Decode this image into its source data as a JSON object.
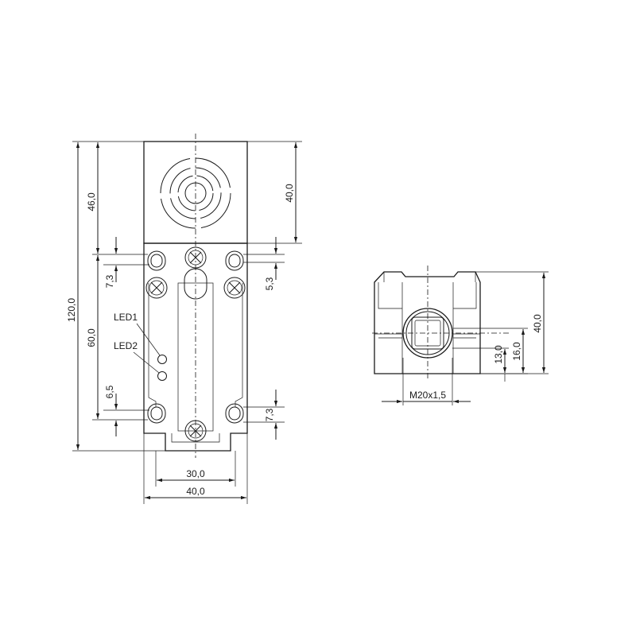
{
  "dimensions": {
    "front_total_height": "120,0",
    "front_head_height": "46,0",
    "front_sensing_face": "40,0",
    "front_body_height": "60,0",
    "front_hole_top": "7,3",
    "front_hole_right": "5,3",
    "front_hole_bottom_left": "6,5",
    "front_hole_bottom_right": "7,3",
    "front_inner_width": "30,0",
    "front_total_width": "40,0",
    "side_height": "40,0",
    "side_thread_center": "16,0",
    "side_thread_offset": "13,0",
    "side_thread": "M20x1,5"
  },
  "labels": {
    "led1": "LED1",
    "led2": "LED2"
  }
}
